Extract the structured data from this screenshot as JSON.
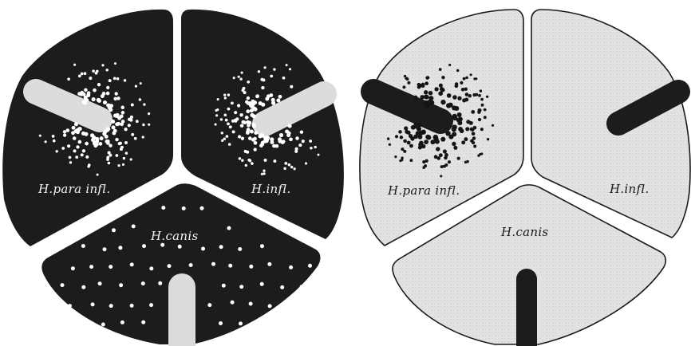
{
  "colors": {
    "dark_sector": "#1c1c1c",
    "light_sector": "#e3e3e3",
    "streak_dark_plate": "#dcdcdc",
    "streak_light_plate": "#1c1c1c",
    "white_dots": "#ffffff",
    "black_dots": "#151515",
    "border": "#1a1a1a",
    "background": "#ffffff"
  },
  "plates": [
    {
      "name": "dark-plate",
      "sectors": [
        {
          "key": "para",
          "label": "H.para infl."
        },
        {
          "key": "infl",
          "label": "H.infl."
        },
        {
          "key": "canis",
          "label": "H.canis"
        }
      ]
    },
    {
      "name": "light-plate",
      "sectors": [
        {
          "key": "para",
          "label": "H.para infl."
        },
        {
          "key": "infl",
          "label": "H.infl."
        },
        {
          "key": "canis",
          "label": "H.canis"
        }
      ]
    }
  ]
}
